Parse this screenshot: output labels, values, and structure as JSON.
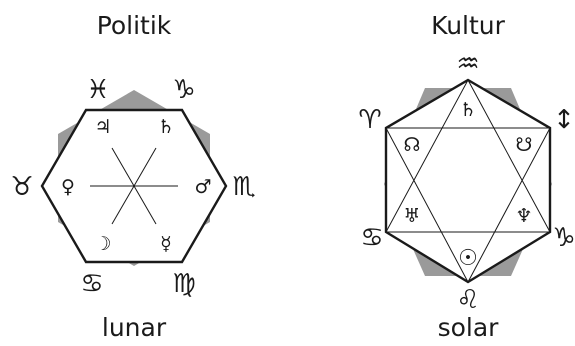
{
  "left": {
    "title": "Politik",
    "caption": "lunar",
    "outer_symbols": [
      "♓",
      "♑",
      "♏",
      "♍",
      "♋",
      "♉"
    ],
    "inner_symbols": [
      "♃",
      "♄",
      "♂",
      "☿",
      "☽",
      "♀"
    ]
  },
  "right": {
    "title": "Kultur",
    "caption": "solar",
    "outer_symbols": [
      "♒",
      "↕",
      "♑",
      "♌",
      "♋",
      "♈"
    ],
    "inner_symbols": [
      "♄",
      "☊",
      "☋",
      "♆",
      "☉",
      "♅"
    ]
  },
  "colors": {
    "ink": "#1a1a1a",
    "shade": "#9a9a9a"
  }
}
